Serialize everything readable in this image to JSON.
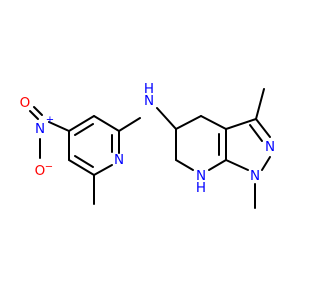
{
  "colors": {
    "bond": "#000000",
    "nitrogen": "#0000ff",
    "oxygen": "#ff0000",
    "carbon": "#000000"
  },
  "atom_labels": {
    "amine_n": "N",
    "amine_h": "H",
    "pyridine_n": "N",
    "nitro_n": "N",
    "nitro_n_charge": "+",
    "nitro_o_top": "O",
    "nitro_o_bottom": "O",
    "nitro_o_charge": "−",
    "ring_nh": "N",
    "ring_nh_h": "H",
    "pyrazole_n1": "N",
    "pyrazole_n2": "N"
  }
}
